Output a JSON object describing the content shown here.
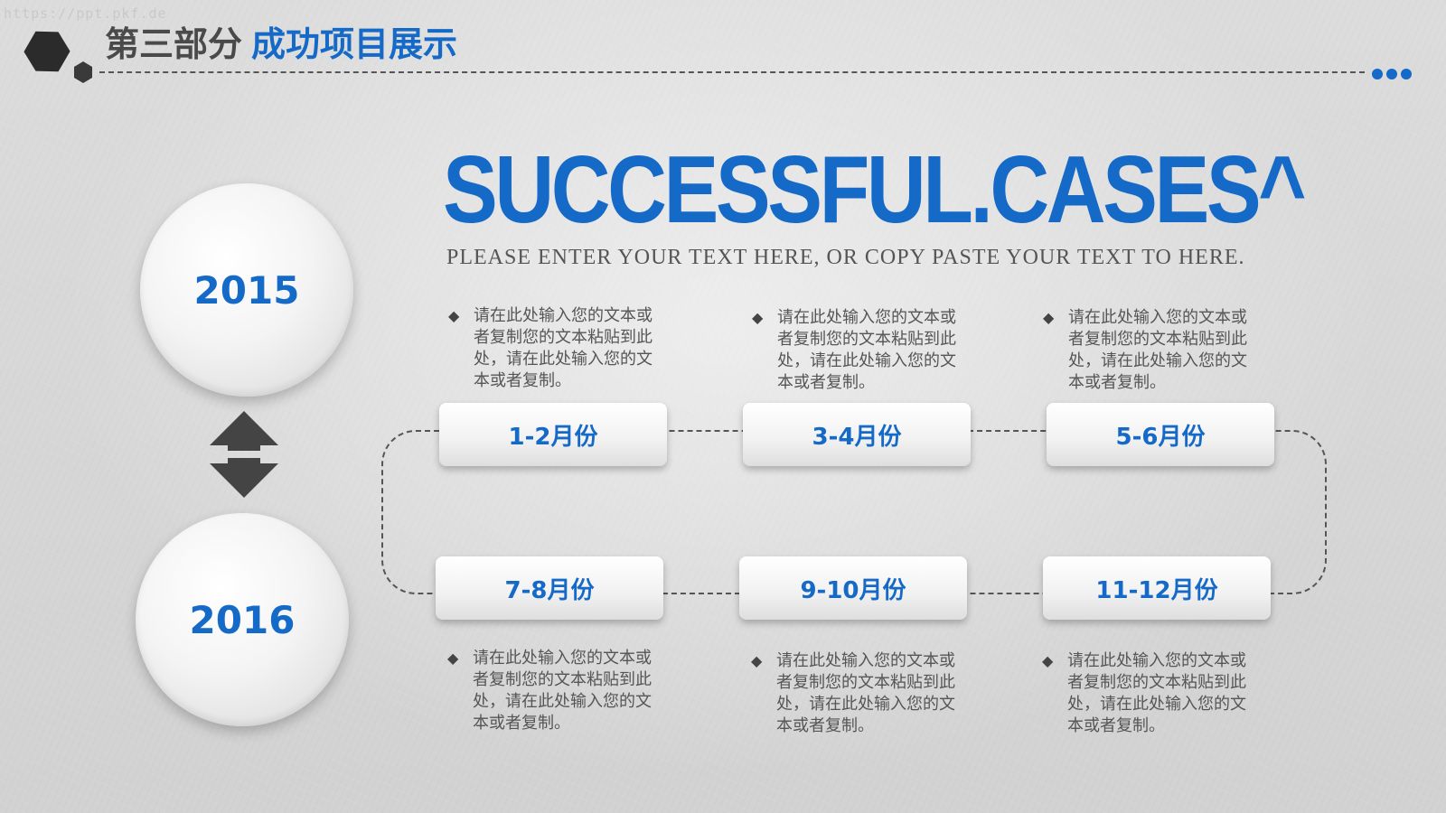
{
  "watermark": "https://ppt.pkf.de",
  "header": {
    "part": "第三部分",
    "subtitle": "成功项目展示"
  },
  "headline": "SUCCESSFUL.CASES^",
  "tagline": "PLEASE ENTER YOUR TEXT HERE, OR COPY PASTE YOUR TEXT TO HERE.",
  "years": [
    "2015",
    "2016"
  ],
  "months": [
    "1-2月份",
    "3-4月份",
    "5-6月份",
    "7-8月份",
    "9-10月份",
    "11-12月份"
  ],
  "descriptions": [
    "请在此处输入您的文本或者复制您的文本粘贴到此处，请在此处输入您的文本或者复制。",
    "请在此处输入您的文本或者复制您的文本粘贴到此处，请在此处输入您的文本或者复制。",
    "请在此处输入您的文本或者复制您的文本粘贴到此处，请在此处输入您的文本或者复制。",
    "请在此处输入您的文本或者复制您的文本粘贴到此处，请在此处输入您的文本或者复制。",
    "请在此处输入您的文本或者复制您的文本粘贴到此处，请在此处输入您的文本或者复制。",
    "请在此处输入您的文本或者复制您的文本粘贴到此处，请在此处输入您的文本或者复制。"
  ],
  "bullet": "◆",
  "colors": {
    "accent": "#1569c7",
    "dark": "#4a4a4a"
  },
  "icons": {
    "logo": "hexagon-icon",
    "year_arrows": "up-down-arrow-icon",
    "bullet": "diamond-bullet-icon"
  }
}
